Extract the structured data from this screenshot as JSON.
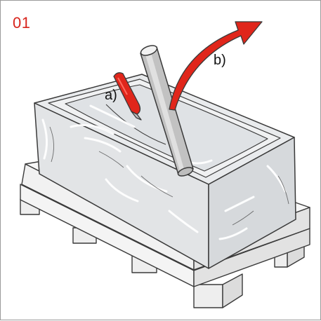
{
  "figure": {
    "step_number": "01",
    "label_a": "a)",
    "label_b": "b)",
    "colors": {
      "accent": "#d8241c",
      "arrow_red": "#e0261b",
      "outline": "#3a3a3a",
      "film": "#e6e8ea",
      "pallet": "#f2f2f2",
      "pipe": "#bdbdbd"
    },
    "icons": [
      "cutter-knife-icon",
      "curved-arrow-icon"
    ]
  }
}
